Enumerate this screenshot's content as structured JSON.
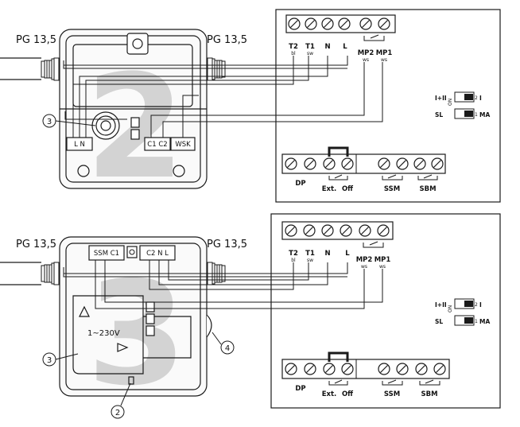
{
  "labels": {
    "pg": "PG 13,5",
    "t2": "T2",
    "t2_color": "bl",
    "t1": "T1",
    "t1_color": "sw",
    "n": "N",
    "l": "L",
    "mp2": "MP2",
    "mp2_color": "ws",
    "mp1": "MP1",
    "mp1_color": "ws",
    "dp": "DP",
    "ext": "Ext.",
    "off": "Off",
    "ssm": "SSM",
    "sbm": "SBM",
    "i_ii": "I+II",
    "i": "I",
    "sl": "SL",
    "ma": "MA",
    "on": "ON",
    "sw_1": "1",
    "sw_2": "2",
    "ln_box": "L  N",
    "c1c2_box": "C1 C2",
    "wsk_box": "WSK",
    "ssm_c1_box": "SSM C1",
    "c2nl_box": "C2 N  L",
    "voltage": "1~230V",
    "callout_2": "2",
    "callout_3": "3",
    "callout_4": "4",
    "watermark_top": "2",
    "watermark_bottom": "3"
  },
  "colors": {
    "line": "#1a1a1a",
    "housing_fill": "#ececec",
    "watermark": "#c4c4c4"
  }
}
